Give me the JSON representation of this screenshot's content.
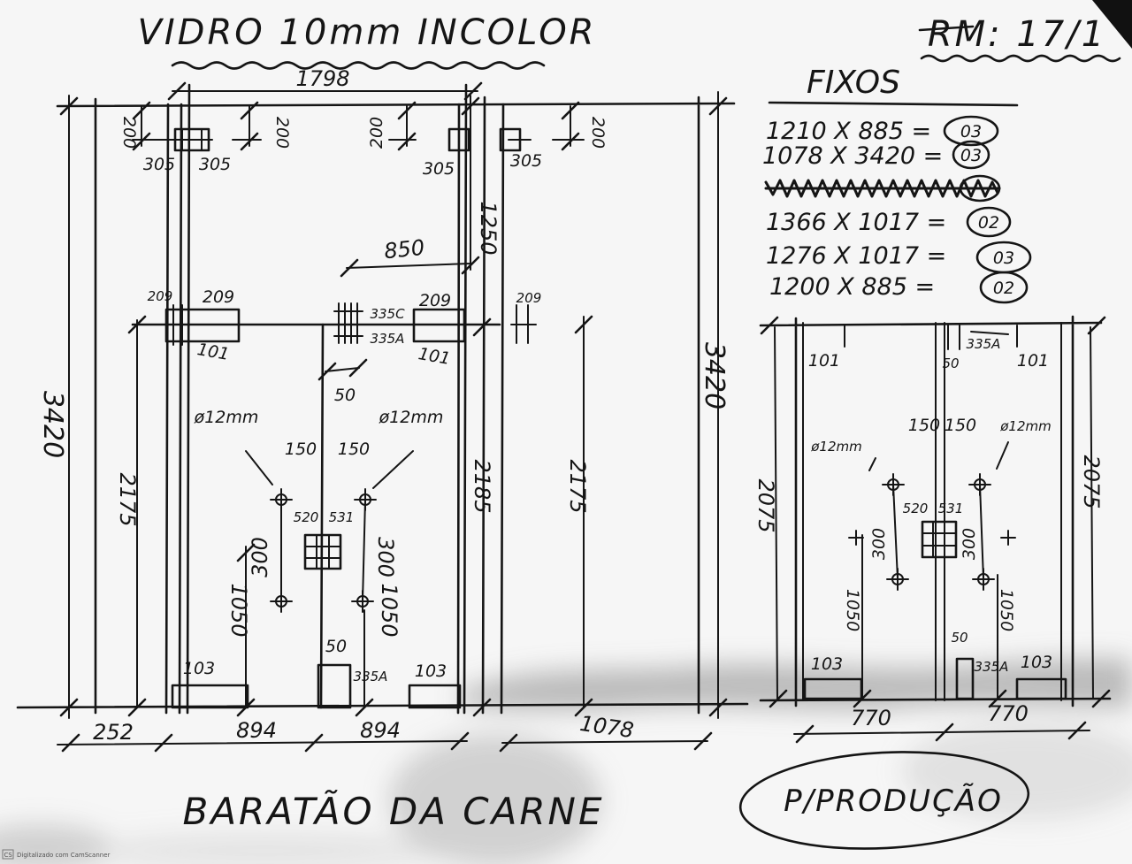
{
  "header": {
    "title": "VIDRO 10mm INCOLOR",
    "rm": "RM: 17/1"
  },
  "fixed_panels": {
    "heading": "FIXOS",
    "items": [
      {
        "label": "1210 X 885 =",
        "qty": "03"
      },
      {
        "label": "1078 X 3420 =",
        "qty": "03"
      },
      {
        "label": "1366 X 1017 =",
        "qty": "02"
      },
      {
        "label": "1276 X 1017 =",
        "qty": "03"
      },
      {
        "label": "1200 X 885 =",
        "qty": "02"
      }
    ]
  },
  "main": {
    "overall_width": "1798",
    "left_height": "3420",
    "right_height": "3420",
    "upper_height": "1250",
    "opening_width": "850",
    "side_panel_height": "2175",
    "door_height": "2185",
    "right_panel_height": "2175",
    "top_fittings": [
      "200",
      "305",
      "305",
      "200",
      "200",
      "305",
      "305",
      "200"
    ],
    "transom_fittings": [
      "209",
      "209",
      "101",
      "335C",
      "335A",
      "209",
      "101",
      "209"
    ],
    "gap": "50",
    "hole_left": "ø12mm",
    "hole_right": "ø12mm",
    "offset_left": "150",
    "offset_right": "150",
    "lock_left": "520",
    "lock_right": "531",
    "spacing_left": "300",
    "spacing_right": "300",
    "handle_height_left": "1050",
    "handle_height_right": "1050",
    "bottom_fitting_left": "103",
    "bottom_gap": "50",
    "bottom_lock": "335A",
    "bottom_fitting_right": "103",
    "side_panel_width": "252",
    "door_width_left": "894",
    "door_width_right": "894",
    "right_panel_width": "1078"
  },
  "secondary": {
    "top_fitting_left": "101",
    "top_lock": "335A",
    "top_gap": "50",
    "top_fitting_right": "101",
    "hole_left": "ø12mm",
    "hole_right": "ø12mm",
    "offset_left": "150",
    "offset_right": "150",
    "lock_left": "520",
    "lock_right": "531",
    "spacing_left": "300",
    "spacing_right": "300",
    "handle_height_left": "1050",
    "handle_height_right": "1050",
    "bottom_fitting_left": "103",
    "bottom_gap": "50",
    "bottom_lock": "335A",
    "bottom_fitting_right": "103",
    "height_left": "2075",
    "height_right": "2075",
    "width_left": "770",
    "width_right": "770"
  },
  "footer": {
    "client": "BARATÃO DA CARNE",
    "stamp": "P/PRODUÇÃO",
    "scanner_logo": "CS",
    "scanner_mark": "Digitalizado com CamScanner"
  },
  "colors": {
    "ink": "#151515",
    "paper": "#f6f6f6",
    "stain": "#8a8a8a"
  }
}
